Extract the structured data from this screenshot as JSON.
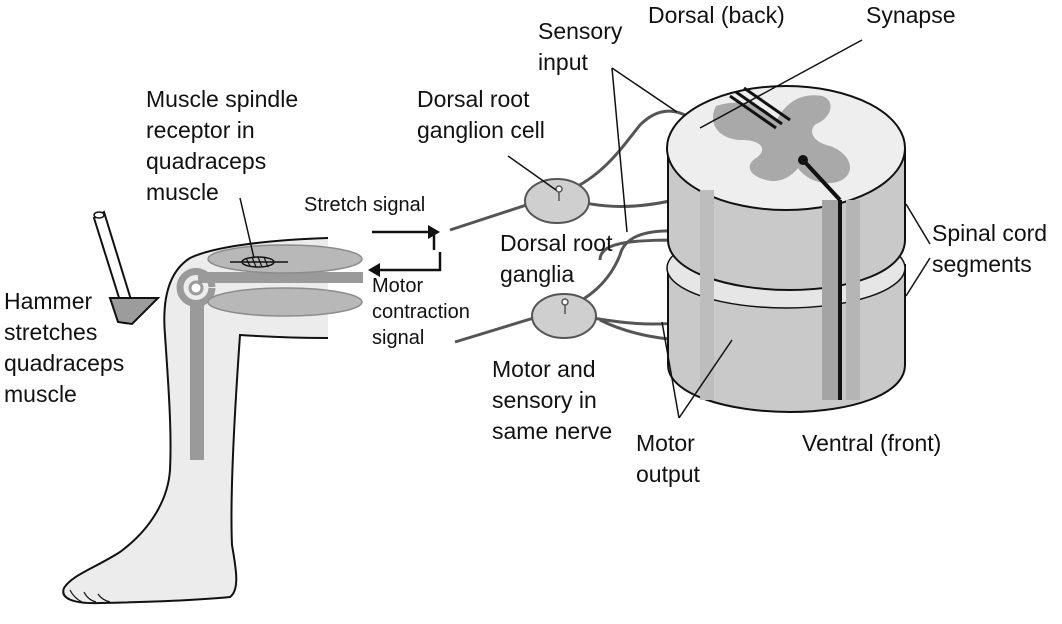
{
  "colors": {
    "leg_fill": "#ececec",
    "muscle_fill": "#b8b8b8",
    "muscle_dark": "#8c8c8c",
    "cord_top": "#eeeeee",
    "gray_matter": "#a9a9a9",
    "cord_side": "#c9c9c9",
    "cord_shadow": "#a4a4a4",
    "nerve": "#555555",
    "ganglion": "#cfcfcf",
    "line": "#111111"
  },
  "icons": {
    "hammer": "reflex-hammer-icon",
    "spindle": "muscle-spindle-icon"
  },
  "labels": {
    "hammer": [
      "Hammer",
      "stretches",
      "quadraceps",
      "muscle"
    ],
    "spindle": [
      "Muscle spindle",
      "receptor in",
      "quadraceps",
      "muscle"
    ],
    "stretch_signal": "Stretch signal",
    "motor_contraction": [
      "Motor",
      "contraction",
      "signal"
    ],
    "drg_cell": [
      "Dorsal root",
      "ganglion cell"
    ],
    "drg": [
      "Dorsal root",
      "ganglia"
    ],
    "sensory_input": [
      "Sensory",
      "input"
    ],
    "dorsal": "Dorsal (back)",
    "synapse": "Synapse",
    "spinal_segments": [
      "Spinal cord",
      "segments"
    ],
    "motor_sensory_nerve": [
      "Motor and",
      "sensory in",
      "same nerve"
    ],
    "motor_output": [
      "Motor",
      "output"
    ],
    "ventral": "Ventral (front)"
  }
}
